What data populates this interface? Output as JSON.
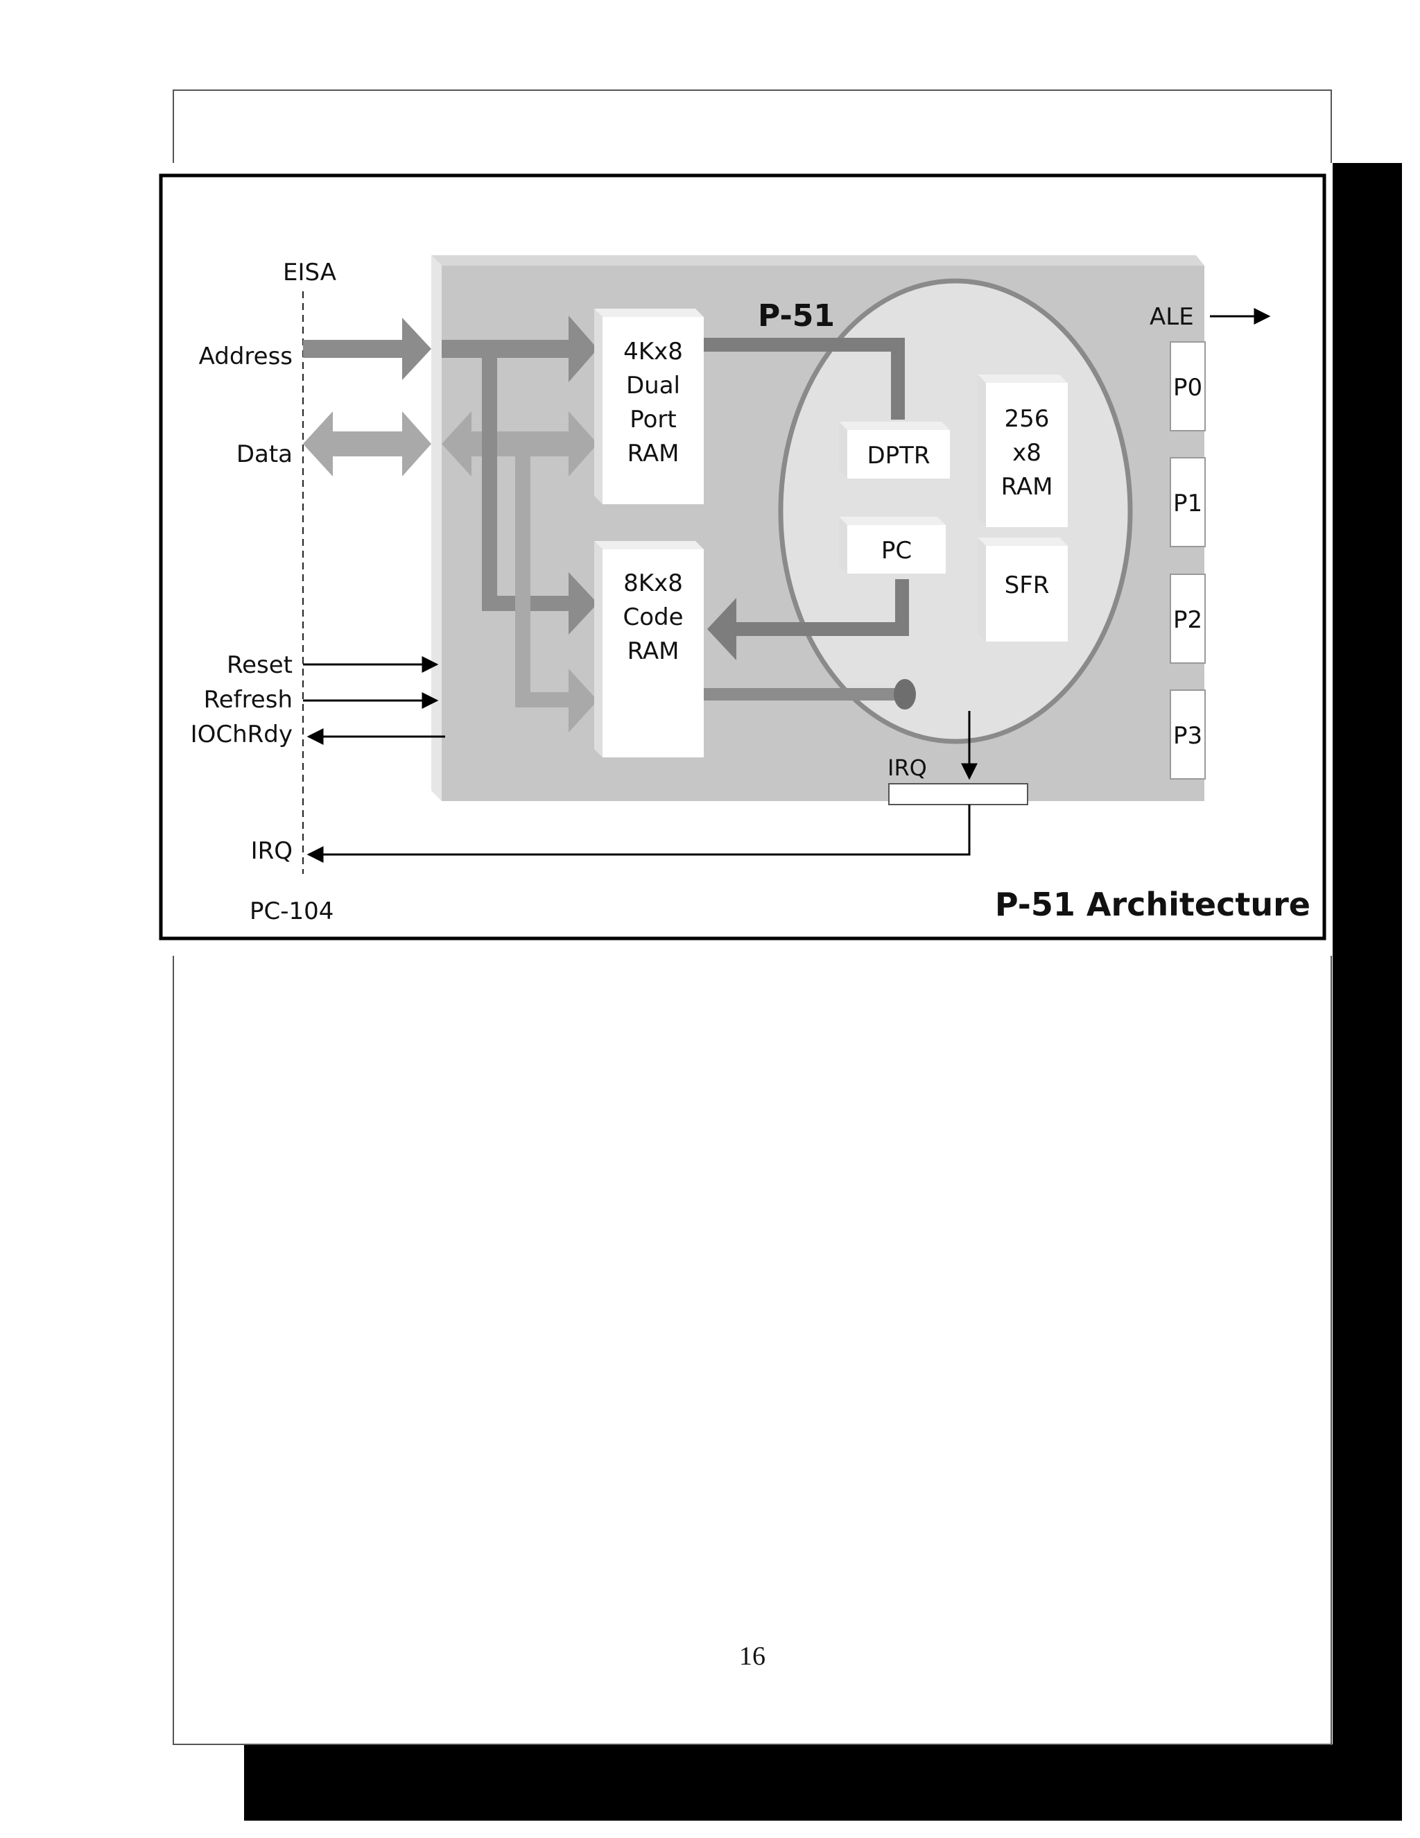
{
  "diagram": {
    "title": "P-51 Architecture",
    "chip_label": "P-51",
    "bus_labels": {
      "top": "EISA",
      "bottom": "PC-104"
    },
    "signals": {
      "address": "Address",
      "data": "Data",
      "reset": "Reset",
      "refresh": "Refresh",
      "iochrdy": "IOChRdy",
      "irq_left": "IRQ",
      "irq_inner": "IRQ",
      "ale": "ALE"
    },
    "blocks": {
      "dual_port_ram": [
        "4Kx8",
        "Dual",
        "Port",
        "RAM"
      ],
      "code_ram": [
        "8Kx8",
        "Code",
        "RAM"
      ],
      "dptr": "DPTR",
      "pc": "PC",
      "internal_ram": [
        "256",
        "x8",
        "RAM"
      ],
      "sfr": "SFR"
    },
    "ports": [
      "P0",
      "P1",
      "P2",
      "P3"
    ],
    "colors": {
      "board": "#c6c6c6",
      "arrow": "#8c8c8c",
      "arrow_light": "#a9a9a9",
      "cpu_circle": "#e1e1e1",
      "block": "#ffffff"
    }
  },
  "page_number": "16"
}
